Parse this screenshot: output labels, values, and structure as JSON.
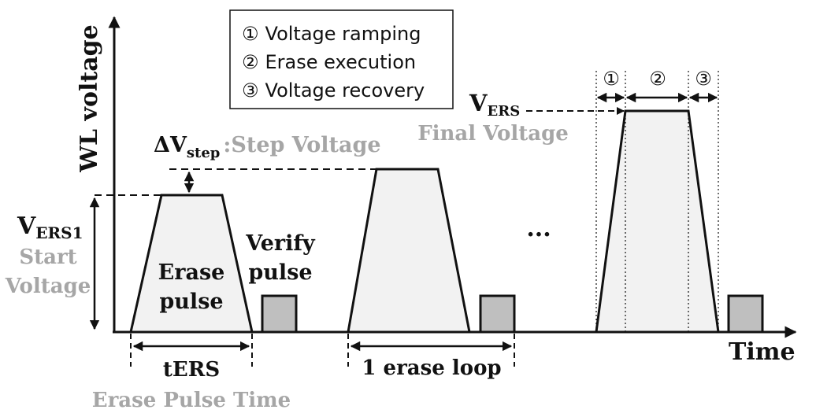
{
  "axes": {
    "y_label": "WL voltage",
    "x_label": "Time"
  },
  "legend": {
    "items": [
      {
        "num": "①",
        "text": "Voltage ramping"
      },
      {
        "num": "②",
        "text": "Erase execution"
      },
      {
        "num": "③",
        "text": "Voltage recovery"
      }
    ]
  },
  "labels": {
    "step_delta": "ΔV",
    "step_sub": "step",
    "step_desc": ":Step Voltage",
    "start_v": "V",
    "start_v_sub": "ERS1",
    "start_desc_1": "Start",
    "start_desc_2": "Voltage",
    "final_v": "V",
    "final_v_sub": "ERS",
    "final_desc": "Final Voltage",
    "erase_pulse_1": "Erase",
    "erase_pulse_2": "pulse",
    "verify_pulse_1": "Verify",
    "verify_pulse_2": "pulse",
    "ellipsis": "...",
    "ters": "tERS",
    "ters_desc": "Erase Pulse Time",
    "loop": "1 erase loop",
    "phase_1": "①",
    "phase_2": "②",
    "phase_3": "③"
  },
  "colors": {
    "line": "#111111",
    "annotation_gray": "#a6a6a6",
    "pulse_fill": "#f2f2f2",
    "verify_fill": "#bfbfbf"
  }
}
